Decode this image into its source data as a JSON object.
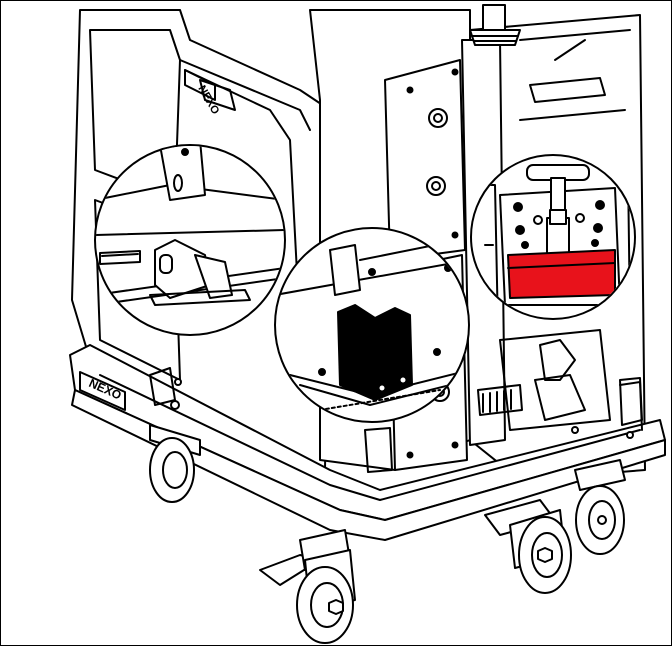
{
  "illustration": {
    "brand_mark": "NEXO",
    "colors": {
      "line": "#000000",
      "fill": "#ffffff",
      "highlight": "#e8121b",
      "shade": "#000000"
    },
    "callouts": [
      {
        "name": "latch-detail",
        "icon": "latch-clamp-icon"
      },
      {
        "name": "locating-block-detail",
        "icon": "locating-block-icon"
      },
      {
        "name": "t-handle-lock-detail",
        "icon": "t-handle-lock-icon"
      }
    ]
  }
}
